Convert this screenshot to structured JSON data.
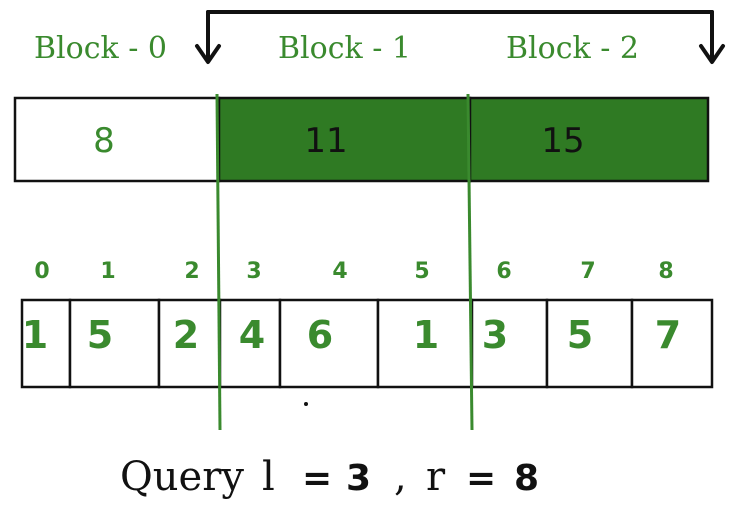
{
  "blocks": [
    {
      "label": "Block - 0",
      "sum": "8",
      "filled": false
    },
    {
      "label": "Block - 1",
      "sum": "11",
      "filled": true
    },
    {
      "label": "Block - 2",
      "sum": "15",
      "filled": true
    }
  ],
  "indices": [
    "0",
    "1",
    "2",
    "3",
    "4",
    "5",
    "6",
    "7",
    "8"
  ],
  "cells": [
    "1",
    "5",
    "2",
    "4",
    "6",
    "1",
    "3",
    "5",
    "7"
  ],
  "query": {
    "word": "Query",
    "l_label": "l",
    "eq1": "=",
    "l_value": "3",
    "comma": ",",
    "r_label": "r",
    "eq2": "=",
    "r_value": "8"
  },
  "colors": {
    "green_text": "#3a8a2e",
    "green_fill": "#2f7a23",
    "line": "#3a8a2e",
    "stroke": "#111111"
  }
}
